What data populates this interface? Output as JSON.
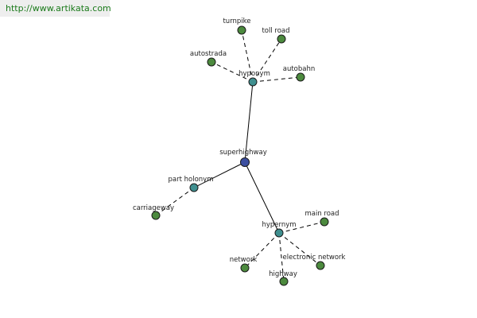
{
  "watermark": {
    "text": "http://www.artikata.com"
  },
  "colors": {
    "center": "#3c4fa0",
    "relation": "#3f8f8f",
    "leaf": "#4c8a3e"
  },
  "nodes": [
    {
      "id": "superhighway",
      "label": "superhighway",
      "kind": "center"
    },
    {
      "id": "hyponym",
      "label": "hyponym",
      "kind": "relation"
    },
    {
      "id": "part-holonym",
      "label": "part holonym",
      "kind": "relation"
    },
    {
      "id": "hypernym",
      "label": "hypernym",
      "kind": "relation"
    },
    {
      "id": "turnpike",
      "label": "turnpike",
      "kind": "leaf"
    },
    {
      "id": "toll-road",
      "label": "toll road",
      "kind": "leaf"
    },
    {
      "id": "autostrada",
      "label": "autostrada",
      "kind": "leaf"
    },
    {
      "id": "autobahn",
      "label": "autobahn",
      "kind": "leaf"
    },
    {
      "id": "carriageway",
      "label": "carriageway",
      "kind": "leaf"
    },
    {
      "id": "main-road",
      "label": "main road",
      "kind": "leaf"
    },
    {
      "id": "network",
      "label": "network",
      "kind": "leaf"
    },
    {
      "id": "electronic-network",
      "label": "electronic network",
      "kind": "leaf"
    },
    {
      "id": "highway",
      "label": "highway",
      "kind": "leaf"
    }
  ],
  "edges": [
    {
      "from": "superhighway",
      "to": "hyponym",
      "style": "solid"
    },
    {
      "from": "superhighway",
      "to": "part-holonym",
      "style": "solid"
    },
    {
      "from": "superhighway",
      "to": "hypernym",
      "style": "solid"
    },
    {
      "from": "hyponym",
      "to": "turnpike",
      "style": "dashed"
    },
    {
      "from": "hyponym",
      "to": "toll-road",
      "style": "dashed"
    },
    {
      "from": "hyponym",
      "to": "autostrada",
      "style": "dashed"
    },
    {
      "from": "hyponym",
      "to": "autobahn",
      "style": "dashed"
    },
    {
      "from": "part-holonym",
      "to": "carriageway",
      "style": "dashed"
    },
    {
      "from": "hypernym",
      "to": "main-road",
      "style": "dashed"
    },
    {
      "from": "hypernym",
      "to": "network",
      "style": "dashed"
    },
    {
      "from": "hypernym",
      "to": "electronic-network",
      "style": "dashed"
    },
    {
      "from": "hypernym",
      "to": "highway",
      "style": "dashed"
    }
  ]
}
